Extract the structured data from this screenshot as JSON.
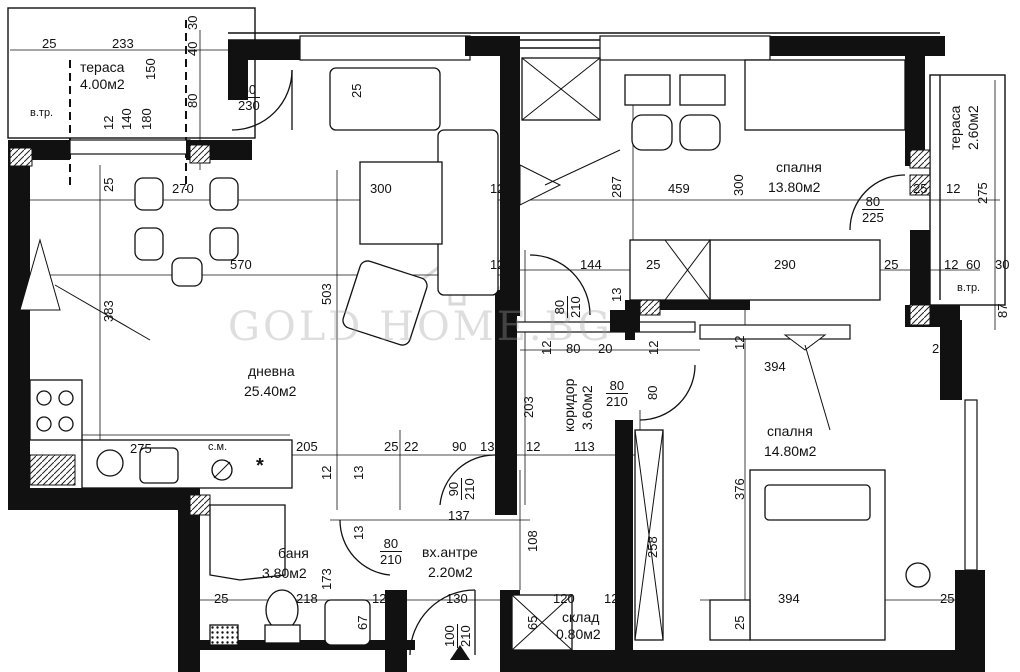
{
  "watermark": "GOLD HOME.BG",
  "rooms": {
    "terrace_left": {
      "name": "тераса",
      "area": "4.00м2"
    },
    "terrace_right": {
      "name": "тераса",
      "area": "2.60м2"
    },
    "living": {
      "name": "дневна",
      "area": "25.40м2"
    },
    "bedroom_top": {
      "name": "спалня",
      "area": "13.80м2"
    },
    "bedroom_bottom": {
      "name": "спалня",
      "area": "14.80м2"
    },
    "corridor": {
      "name": "коридор",
      "area": "3.60м2"
    },
    "bath": {
      "name": "баня",
      "area": "3.80м2"
    },
    "entrance": {
      "name": "вх.антре",
      "area": "2.20м2"
    },
    "storage": {
      "name": "склад",
      "area": "0.80м2"
    }
  },
  "doors": {
    "terrace": {
      "w": "80",
      "h": "230"
    },
    "bedroom1": {
      "w": "80",
      "h": "225"
    },
    "corridor": {
      "w": "80",
      "h": "210"
    },
    "bedroom2": {
      "w": "80",
      "h": "210"
    },
    "entrance": {
      "w": "90",
      "h": "210"
    },
    "bath": {
      "w": "80",
      "h": "210"
    },
    "main": {
      "w": "100",
      "h": "210"
    }
  },
  "labels": {
    "vent": "в.тр.",
    "washer": "с.м.",
    "star": "*"
  },
  "dimensions": {
    "d25a": "25",
    "d233": "233",
    "d40": "40",
    "d30a": "30",
    "d150": "150",
    "d80a": "80",
    "d12a": "12",
    "d140": "140",
    "d180": "180",
    "d25b": "25",
    "d270": "270",
    "d300a": "300",
    "d12b": "12",
    "d570": "570",
    "d383": "383",
    "d503": "503",
    "d25c": "25",
    "d287": "287",
    "d459": "459",
    "d300b": "300",
    "d25d": "25",
    "d12c": "12",
    "d275": "275",
    "d12d": "12",
    "d144": "144",
    "d25e": "25",
    "d290": "290",
    "d25f": "25",
    "d12e": "12",
    "d60": "60",
    "d30b": "30",
    "d87": "87",
    "d13a": "13",
    "d12f": "12",
    "d80b": "80",
    "d20": "20",
    "d12g": "12",
    "d12h": "12",
    "d25g": "25",
    "d394a": "394",
    "d80c": "80",
    "d203": "203",
    "d275b": "275",
    "d205": "205",
    "d25h": "25",
    "d22": "22",
    "d90": "90",
    "d13b": "13",
    "d12i": "12",
    "d113": "113",
    "d12j": "12",
    "d13c": "13",
    "d137": "137",
    "d108": "108",
    "d258": "258",
    "d376": "376",
    "d173": "173",
    "d25i": "25",
    "d218": "218",
    "d12k": "12",
    "d67": "67",
    "d130": "130",
    "d65": "65",
    "d120": "120",
    "d12l": "12",
    "d25j": "25",
    "d394b": "394",
    "d25k": "25",
    "d13d": "13"
  }
}
